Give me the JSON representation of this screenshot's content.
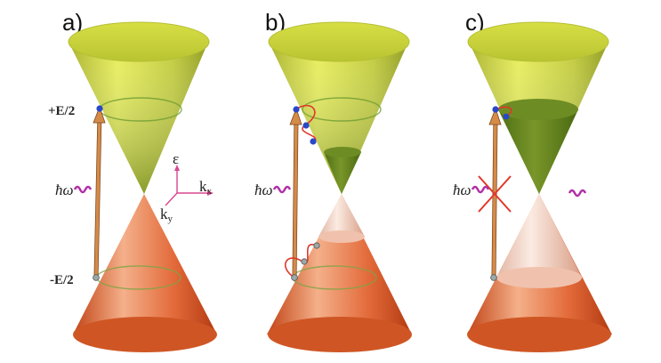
{
  "panels": [
    {
      "label": "a)"
    },
    {
      "label": "b)"
    },
    {
      "label": "c)"
    }
  ],
  "energy_labels": {
    "upper": "+E/2",
    "lower": "-E/2"
  },
  "photon_label": "ħω",
  "axes": {
    "energy": "ε",
    "kx_base": "k",
    "kx_sub": "x",
    "ky_base": "k",
    "ky_sub": "y"
  },
  "colors": {
    "upper_cone_light": "#e3ea55",
    "upper_cone_dark": "#7e9120",
    "lower_cone_light": "#f0a37b",
    "lower_cone_dark": "#c9461a",
    "depleted_light": "#f7ddd0",
    "filled_green": "#66861f",
    "arrow": "#d68a48",
    "electron": "#2a47c8",
    "relaxation": "#e0372b",
    "photon": "#b12fa7",
    "axes": "#d9468f"
  }
}
